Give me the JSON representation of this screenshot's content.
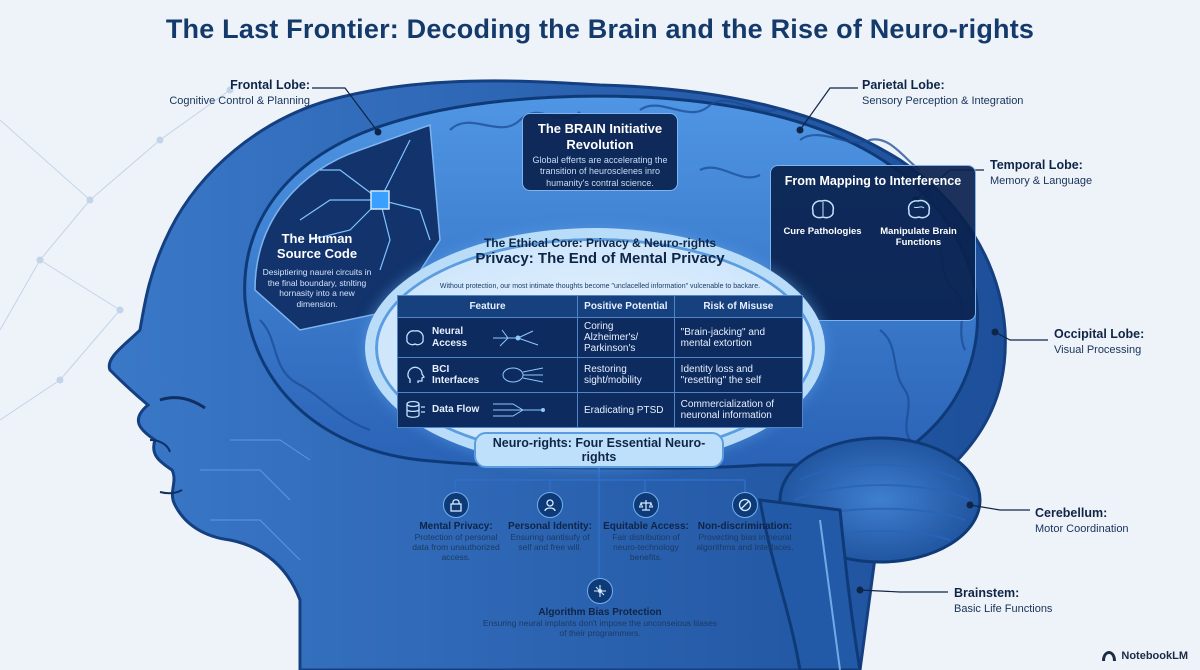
{
  "title": "The Last Frontier: Decoding the Brain and the Rise of Neuro-rights",
  "lobes": [
    {
      "name": "Frontal Lobe:",
      "desc": "Cognitive Control & Planning"
    },
    {
      "name": "Parietal Lobe:",
      "desc": "Sensory Perception & Integration"
    },
    {
      "name": "Temporal Lobe:",
      "desc": "Memory & Language"
    },
    {
      "name": "Occipital Lobe:",
      "desc": "Visual Processing"
    },
    {
      "name": "Cerebellum:",
      "desc": "Motor Coordination"
    },
    {
      "name": "Brainstem:",
      "desc": "Basic Life Functions"
    }
  ],
  "brain_initiative": {
    "heading": "The BRAIN Initiative Revolution",
    "text": "Global efferts are accelerating the transition of heurosclenes inro humanity's contral science."
  },
  "source_code": {
    "heading": "The Human Source Code",
    "text": "Desiptiering naurei circuits in the final boundary, stnlting hornasity into a new dimension."
  },
  "mapping": {
    "heading": "From Mapping to Interference",
    "items": [
      "Cure Pathologies",
      "Manipulate Brain Functions"
    ]
  },
  "core": {
    "title": "The Ethical Core: Privacy & Neuro-rights",
    "privacy_heading": "Privacy: The End of Mental Privacy",
    "privacy_text": "Without protection, our most intimate thoughts become \"unclacelled information\" vulcenable to backare."
  },
  "table": {
    "headers": [
      "Feature",
      "Positive Potential",
      "Risk of Misuse"
    ],
    "rows": [
      {
        "feature": "Neural Access",
        "positive": "Coring Alzheimer's/ Parkinson's",
        "risk": "\"Brain-jacking\" and mental extortion"
      },
      {
        "feature": "BCI Interfaces",
        "positive": "Restoring sight/mobility",
        "risk": "Identity loss and \"resetting\" the self"
      },
      {
        "feature": "Data Flow",
        "positive": "Eradicating PTSD",
        "risk": "Commercialization of neuronal information"
      }
    ]
  },
  "neuro_rights": {
    "heading": "Neuro-rights: Four Essential Neuro-rights",
    "items": [
      {
        "heading": "Mental Privacy:",
        "text": "Protection of personal data from unauthorized access.",
        "icon": "lock-icon"
      },
      {
        "heading": "Personal Identity:",
        "text": "Ensuring oantlsufy of self and free will.",
        "icon": "person-icon"
      },
      {
        "heading": "Equitable Access:",
        "text": "Fair distribution of neuro-technology benefits.",
        "icon": "scales-icon"
      },
      {
        "heading": "Non-discrimination:",
        "text": "Provecting bias in neural algorithms and interfaces.",
        "icon": "prohibited-icon"
      }
    ],
    "bias": {
      "heading": "Algorithm Bias Protection",
      "text": "Ensuring neural implants don't impose the unconseious liiases of their programmers."
    }
  },
  "brand": "NotebookLM",
  "colors": {
    "brain": "#2f6fc9",
    "dark_panel": "#0a224e",
    "accent": "#5b9de0"
  }
}
